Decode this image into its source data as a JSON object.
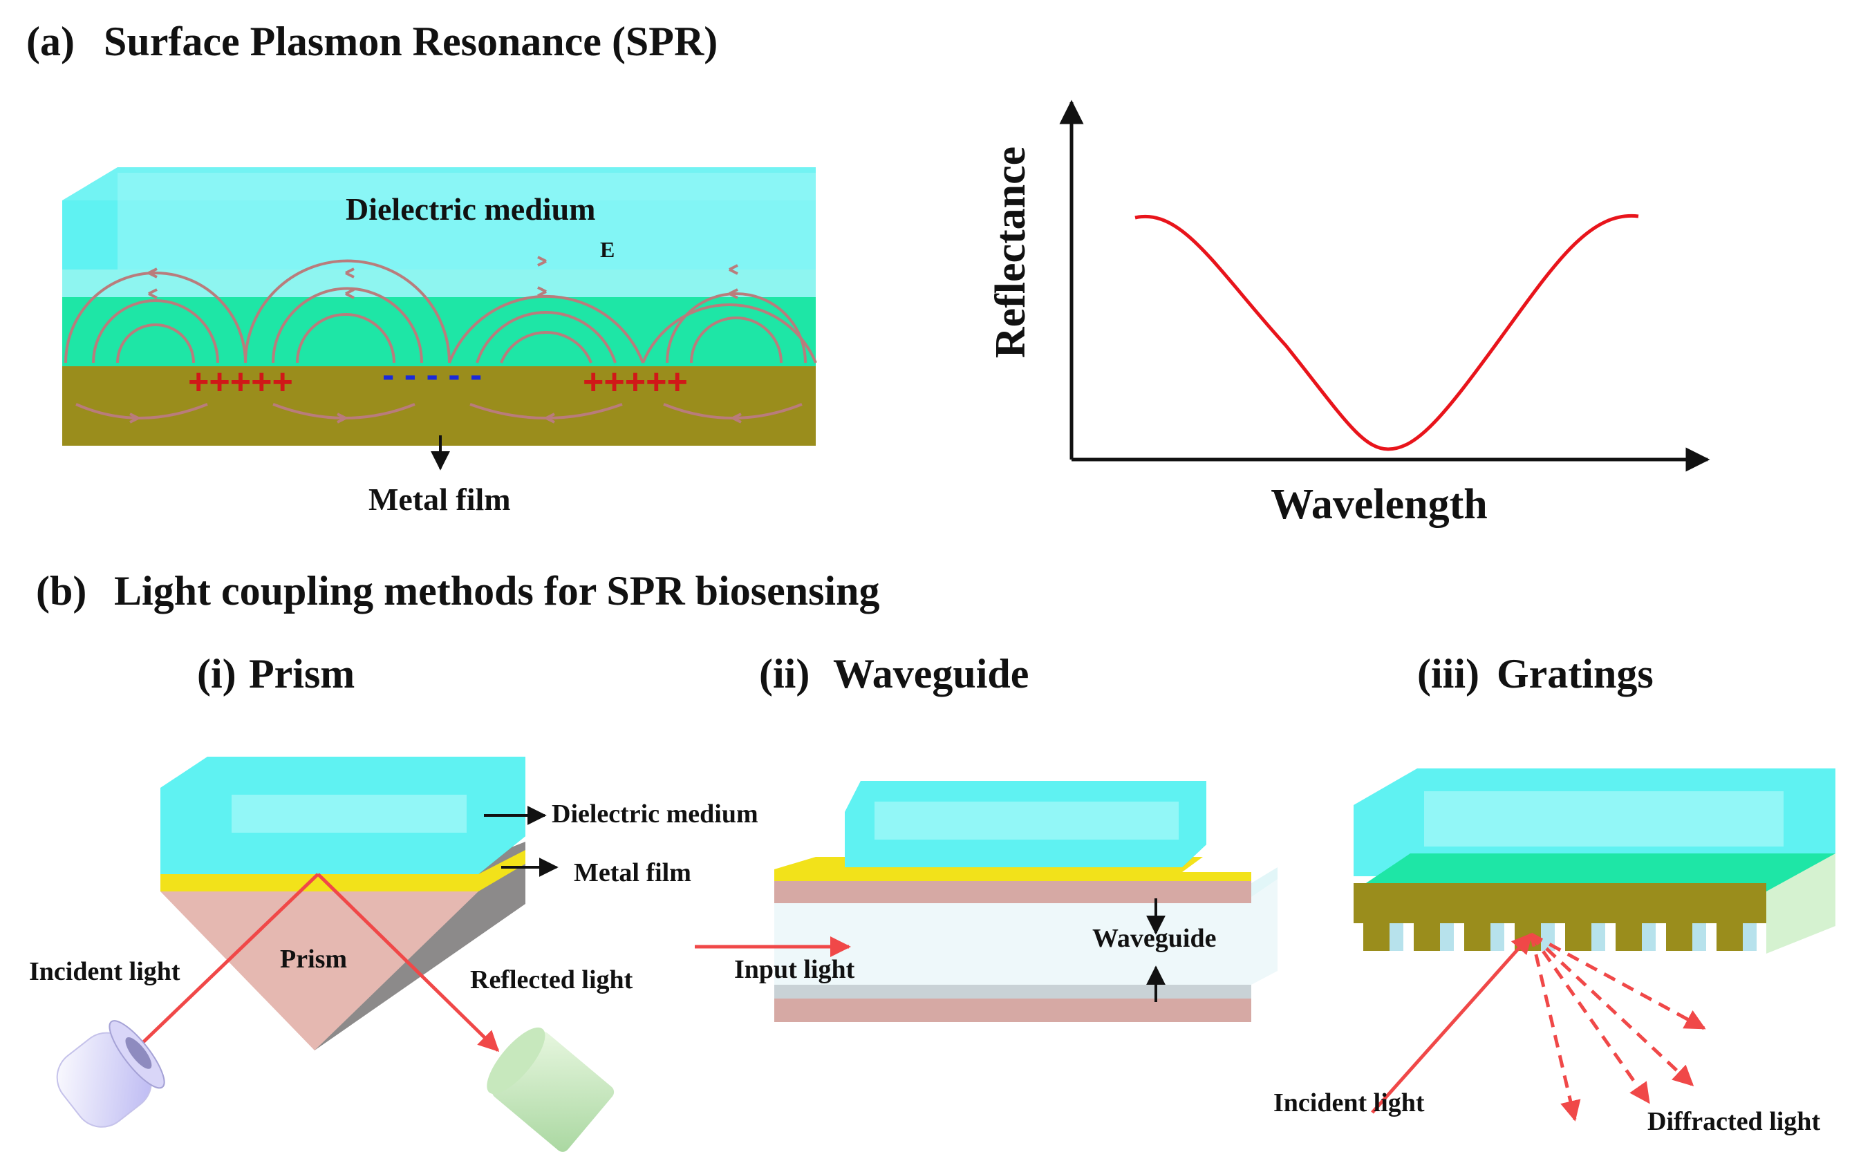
{
  "panel_a": {
    "letter": "(a)",
    "title": "Surface Plasmon Resonance (SPR)",
    "dielectric_label": "Dielectric medium",
    "field_label": "E",
    "metal_label": "Metal film",
    "positive_charges": "+++++",
    "negative_charges": "- - - - -",
    "positive_charges_2": "+++++",
    "curve": {
      "ylabel": "Reflectance",
      "xlabel": "Wavelength",
      "color": "#e8141b"
    }
  },
  "panel_b": {
    "letter": "(b)",
    "title": "Light coupling methods for SPR biosensing",
    "prism": {
      "numeral": "(i)",
      "heading": "Prism",
      "dielectric_label": "Dielectric medium",
      "metal_label": "Metal film",
      "prism_label": "Prism",
      "incident_label": "Incident light",
      "reflected_label": "Reflected light"
    },
    "waveguide": {
      "numeral": "(ii)",
      "heading": "Waveguide",
      "waveguide_label": "Waveguide",
      "input_label": "Input light"
    },
    "gratings": {
      "numeral": "(iii)",
      "heading": "Gratings",
      "incident_label": "Incident light",
      "diffracted_label": "Diffracted light"
    }
  },
  "colors": {
    "dielectric": "#5ff2f2",
    "dielectric_light": "#9ff7f7",
    "sensing_layer": "#1ee6a6",
    "metal": "#9a8d1c",
    "gold_film": "#f2e21a",
    "prism": "#e5b8b1",
    "light_ray": "#f04848",
    "field_lines": "#b97c7c",
    "positive": "#d01818",
    "negative": "#1a2adb"
  }
}
